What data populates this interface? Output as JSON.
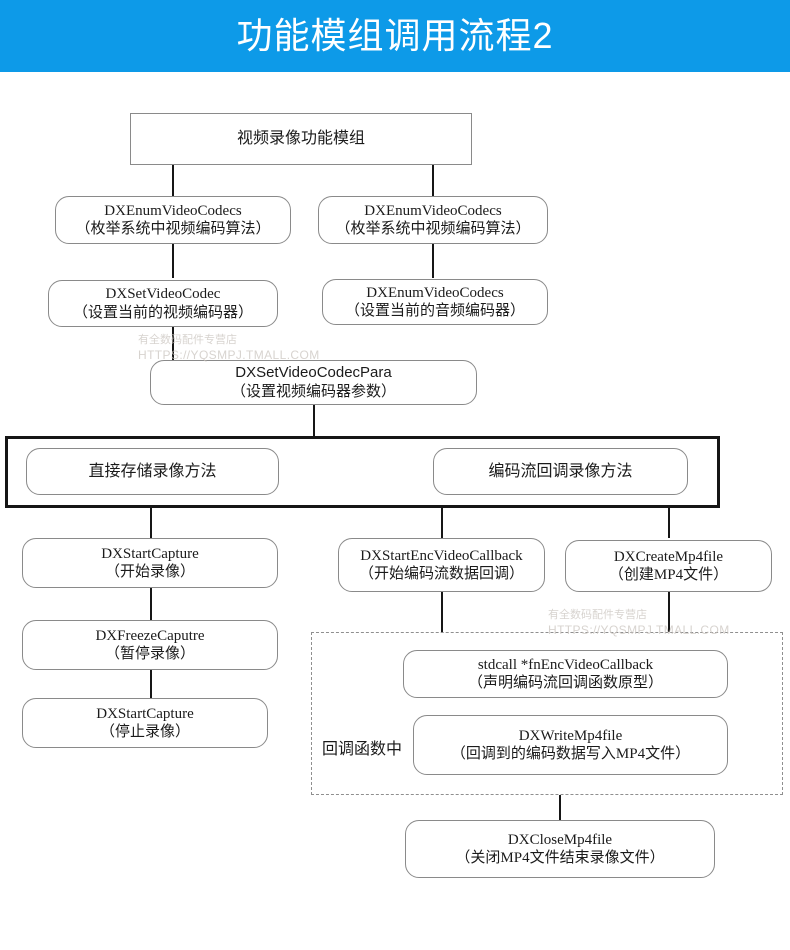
{
  "header": {
    "title": "功能模组调用流程2",
    "background_color": "#0d9ae8",
    "text_color": "#ffffff"
  },
  "watermark": {
    "line1": "有全数码配件专营店",
    "line2": "HTTPS://YQSMPJ.TMALL.COM"
  },
  "diagram": {
    "root": {
      "line1": "视频录像功能模组",
      "line2": ""
    },
    "nodes": {
      "enum_video_left": {
        "line1": "DXEnumVideoCodecs",
        "line2": "（枚举系统中视频编码算法）"
      },
      "enum_video_right": {
        "line1": "DXEnumVideoCodecs",
        "line2": "（枚举系统中视频编码算法）"
      },
      "set_video_codec": {
        "line1": "DXSetVideoCodec",
        "line2": "（设置当前的视频编码器）"
      },
      "set_audio_codec": {
        "line1": "DXEnumVideoCodecs",
        "line2": "（设置当前的音频编码器）"
      },
      "set_codec_para": {
        "line1": "DXSetVideoCodecPara",
        "line2": "（设置视频编码器参数）"
      },
      "method_direct": {
        "line1": "直接存储录像方法",
        "line2": ""
      },
      "method_callback": {
        "line1": "编码流回调录像方法",
        "line2": ""
      },
      "start_capture": {
        "line1": "DXStartCapture",
        "line2": "（开始录像）"
      },
      "freeze_capture": {
        "line1": "DXFreezeCaputre",
        "line2": "（暂停录像）"
      },
      "stop_capture": {
        "line1": "DXStartCapture",
        "line2": "（停止录像）"
      },
      "start_enc_cb": {
        "line1": "DXStartEncVideoCallback",
        "line2": "（开始编码流数据回调）"
      },
      "create_mp4": {
        "line1": "DXCreateMp4file",
        "line2": "（创建MP4文件）"
      },
      "fn_enc_cb": {
        "line1": "stdcall *fnEncVideoCallback",
        "line2": "（声明编码流回调函数原型）"
      },
      "write_mp4": {
        "line1": "DXWriteMp4file",
        "line2": "（回调到的编码数据写入MP4文件）"
      },
      "close_mp4": {
        "line1": "DXCloseMp4file",
        "line2": "（关闭MP4文件结束录像文件）"
      }
    },
    "callback_region_label": "回调函数中"
  }
}
